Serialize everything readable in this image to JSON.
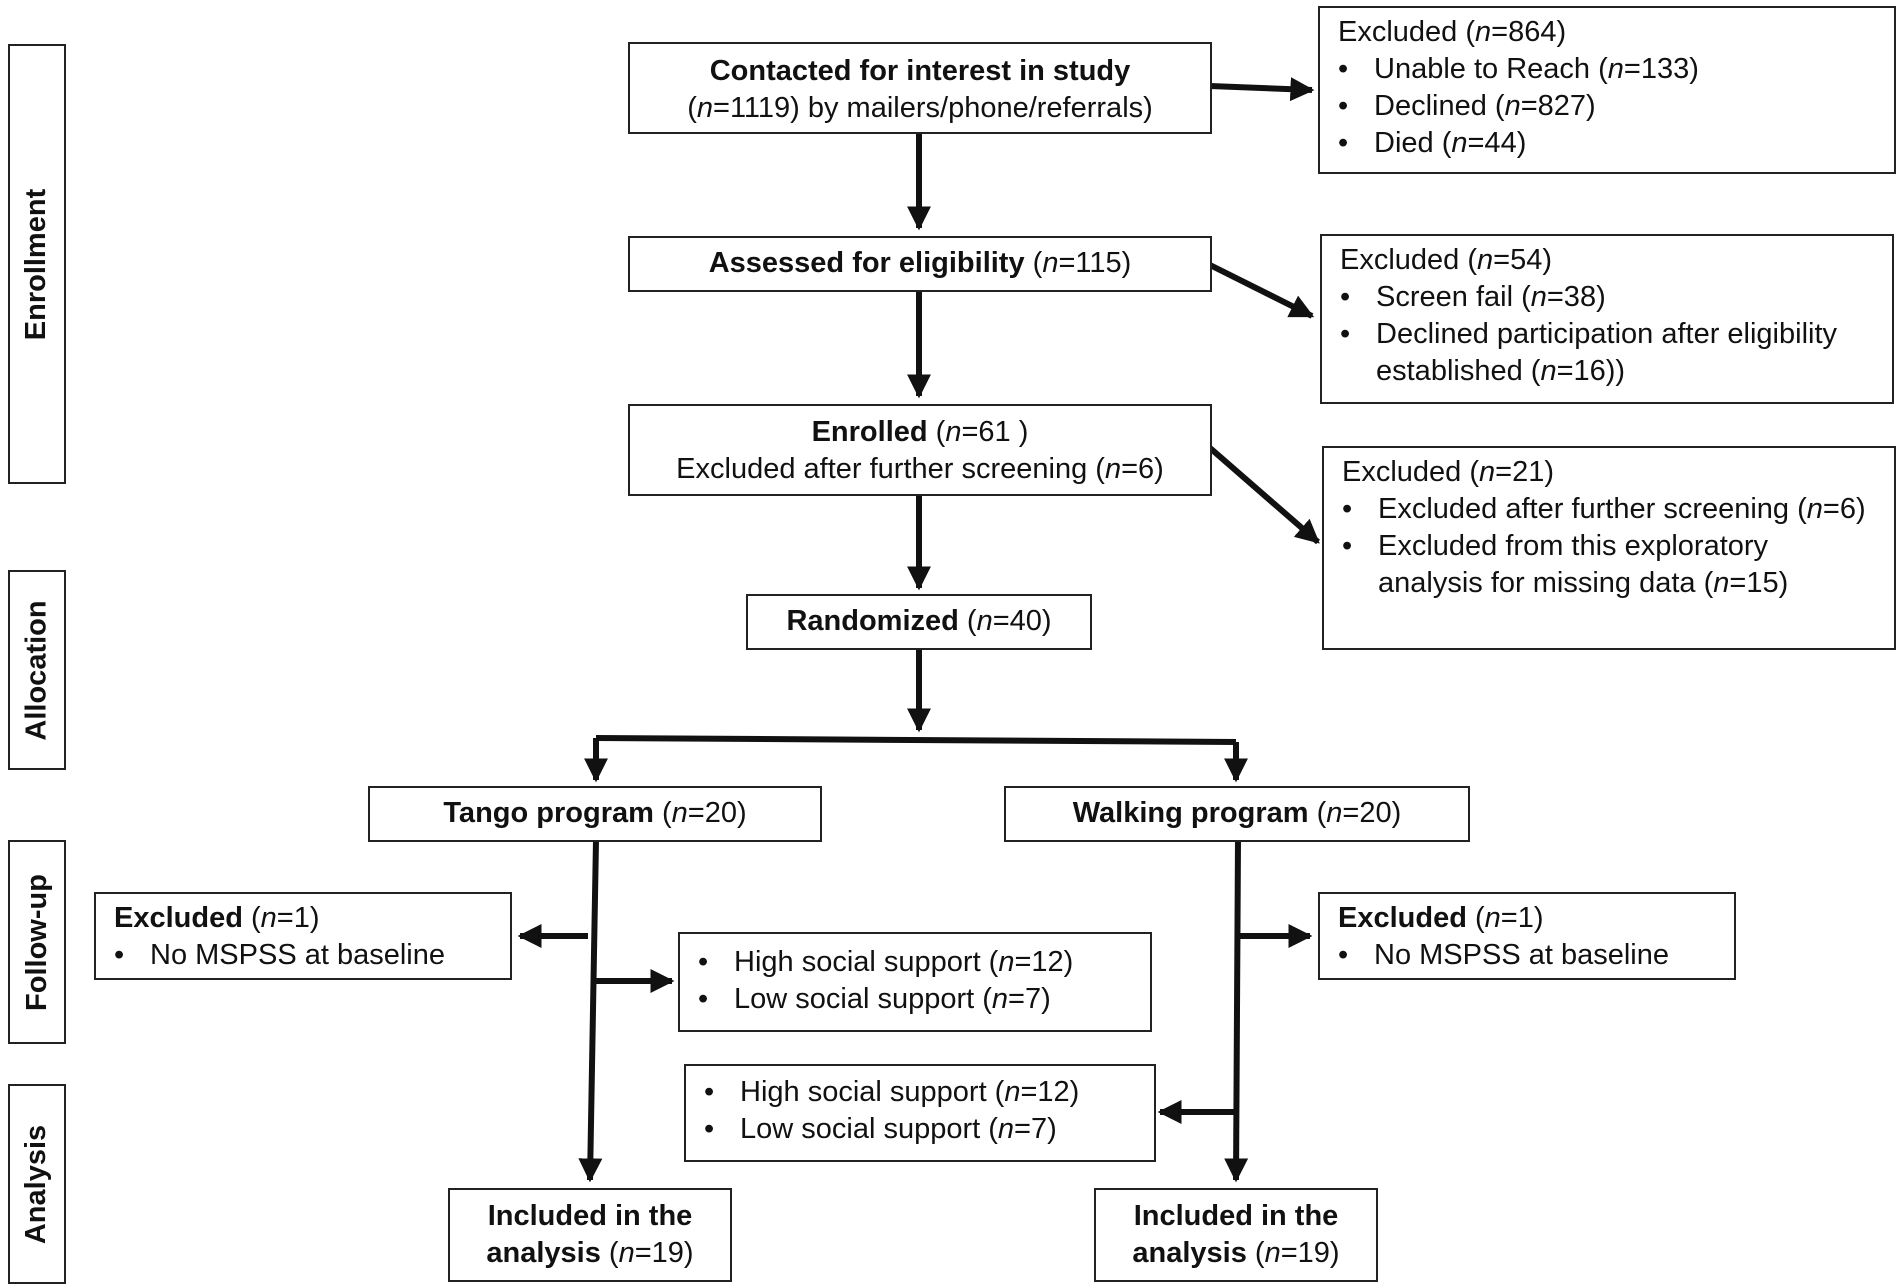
{
  "sections": {
    "enrollment": "Enrollment",
    "allocation": "Allocation",
    "follow_up": "Follow-up",
    "analysis": "Analysis"
  },
  "contacted": {
    "title": "Contacted for interest in study",
    "n_open": "(",
    "n_italic": "n",
    "detail": "=1119) by mailers/phone/referrals)"
  },
  "assessed": {
    "title": "Assessed for eligibility",
    "open": " (",
    "n": "n",
    "value": "=115)"
  },
  "enrolled": {
    "title": "Enrolled",
    "open": " (",
    "n": "n",
    "value": "=61 )",
    "sub_text": "Excluded after further screening (",
    "sub_n": "n",
    "sub_value": "=6)"
  },
  "randomized": {
    "title": "Randomized",
    "open": " (",
    "n": "n",
    "value": "=40)"
  },
  "tango": {
    "title": "Tango program",
    "open": " (",
    "n": "n",
    "value": "=20)"
  },
  "walking": {
    "title": "Walking program",
    "open": " (",
    "n": "n",
    "value": "=20)"
  },
  "excluded_1": {
    "title": "Excluded",
    "open": " (",
    "n": "n",
    "value": "=864)",
    "items": [
      {
        "text": "Unable to Reach (",
        "n": "n",
        "value": "=133)"
      },
      {
        "text": "Declined (",
        "n": "n",
        "value": "=827)"
      },
      {
        "text": "Died (",
        "n": "n",
        "value": "=44)"
      }
    ]
  },
  "excluded_2": {
    "title": "Excluded",
    "open": " (",
    "n": "n",
    "value": "=54)",
    "items": [
      {
        "text": "Screen fail  (",
        "n": "n",
        "value": "=38)"
      },
      {
        "text": "Declined participation after eligibility established (",
        "n": "n",
        "value": "=16))"
      }
    ]
  },
  "excluded_3": {
    "title": "Excluded",
    "open": " (",
    "n": "n",
    "value": "=21)",
    "items": [
      {
        "text": "Excluded after further screening (",
        "n": "n",
        "value": "=6)"
      },
      {
        "text": "Excluded from this exploratory analysis for missing data (",
        "n": "n",
        "value": "=15)"
      }
    ]
  },
  "tango_excluded": {
    "title": "Excluded",
    "open": " (",
    "n": "n",
    "value": "=1)",
    "items": [
      {
        "text": "No MSPSS at baseline"
      }
    ]
  },
  "walking_excluded": {
    "title": "Excluded",
    "open": " (",
    "n": "n",
    "value": "=1)",
    "items": [
      {
        "text": "No MSPSS at baseline"
      }
    ]
  },
  "tango_support": {
    "items": [
      {
        "text": "High social support (",
        "n": "n",
        "value": "=12)"
      },
      {
        "text": "Low social support (",
        "n": "n",
        "value": "=7)"
      }
    ]
  },
  "walking_support": {
    "items": [
      {
        "text": "High social support (",
        "n": "n",
        "value": "=12)"
      },
      {
        "text": "Low social support (",
        "n": "n",
        "value": "=7)"
      }
    ]
  },
  "tango_included": {
    "line1": "Included in the",
    "line2": "analysis",
    "open": " (",
    "n": "n",
    "value": "=19)"
  },
  "walking_included": {
    "line1": "Included in the",
    "line2": "analysis",
    "open": " (",
    "n": "n",
    "value": "=19)"
  }
}
